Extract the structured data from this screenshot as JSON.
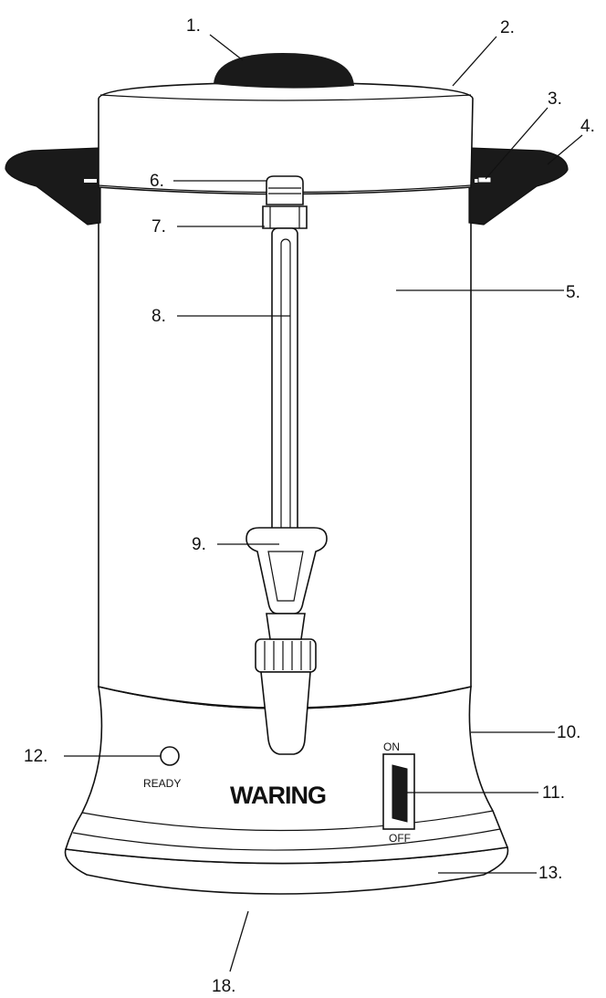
{
  "brand": "WARING",
  "indicator_label": "READY",
  "switch": {
    "on_label": "ON",
    "off_label": "OFF"
  },
  "callouts": {
    "c1": "1.",
    "c2": "2.",
    "c3": "3.",
    "c4": "4.",
    "c5": "5.",
    "c6": "6.",
    "c7": "7.",
    "c8": "8.",
    "c9": "9.",
    "c10": "10.",
    "c11": "11.",
    "c12": "12.",
    "c13": "13.",
    "c18": "18."
  },
  "colors": {
    "line": "#111111",
    "fill": "#ffffff",
    "dark": "#1a1a1a"
  }
}
